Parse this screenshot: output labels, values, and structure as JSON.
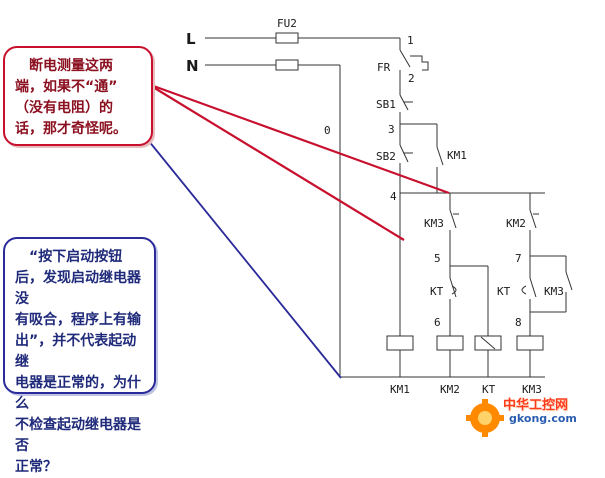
{
  "diagram": {
    "line_L": "L",
    "line_N": "N",
    "fuse": "FU2",
    "overload": "FR",
    "stop_button": "SB1",
    "start_button": "SB2",
    "contact_km1": "KM1",
    "contact_km3": "KM3",
    "contact_km2": "KM2",
    "timer_contact_1": "KT",
    "timer_contact_2": "KT",
    "contact_km3_2": "KM3",
    "node_0": "0",
    "node_1": "1",
    "node_2": "2",
    "node_3": "3",
    "node_4": "4",
    "node_5": "5",
    "node_6": "6",
    "node_7": "7",
    "node_8": "8",
    "coils": [
      "KM1",
      "KM2",
      "KT",
      "KM3"
    ]
  },
  "callouts": {
    "red": [
      "　断电测量这两",
      "端，如果不“通”",
      "（没有电阻）的",
      "话，那才奇怪呢。"
    ],
    "blue": [
      "　“按下启动按钮",
      "后，发现启动继电器没",
      "有吸合，程序上有输",
      "出”，并不代表起动继",
      "电器是正常的，为什么",
      "不检查起动继电器是否",
      "正常？"
    ]
  },
  "logo": {
    "cn": "中华工控网",
    "domain": "gkong.com"
  },
  "colors": {
    "red_annotation": "#c8102e",
    "blue_annotation": "#2a2a9a",
    "logo_orange": "#ff8a00"
  }
}
